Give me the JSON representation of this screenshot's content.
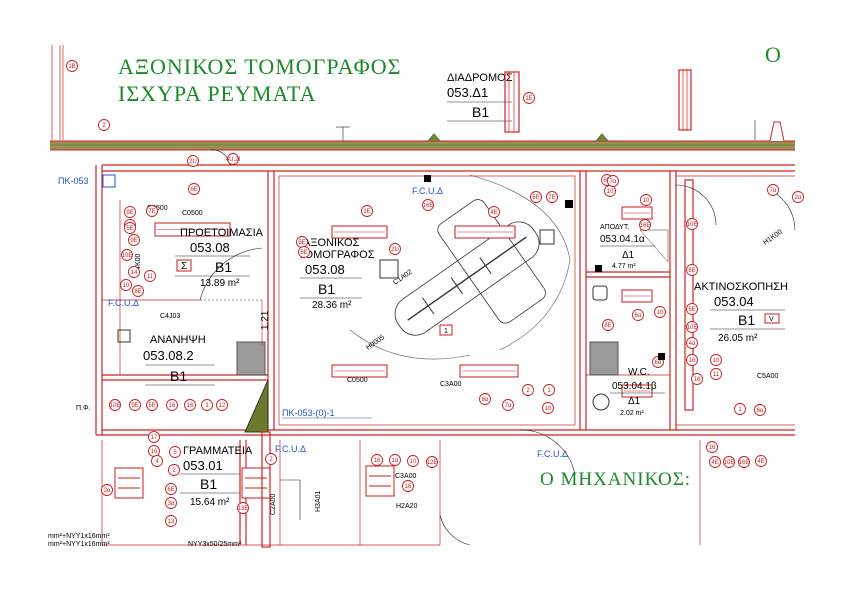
{
  "title": {
    "line1": "ΑΞΟΝΙΚΟΣ ΤΟΜΟΓΡΑΦΟΣ",
    "line2": "ΙΣΧΥΡΑ ΡΕΥΜΑΤΑ"
  },
  "engineer_label": "Ο ΜΗΧΑΝΙΚΟΣ:",
  "top_right_mark": "Ο",
  "corridor": {
    "name": "ΔΙΑΔΡΟΜΟΣ",
    "code": "053.Δ1",
    "block": "B1"
  },
  "rooms": [
    {
      "key": "prep",
      "name": "ΠΡΟΕΤΟΙΜΑΣΙΑ",
      "code": "053.08",
      "block": "B1",
      "area": "13.89 m²"
    },
    {
      "key": "ct",
      "name": "ΑΞΟΝΙΚΟΣ ΤΟΜΟΓΡΑΦΟΣ",
      "name_l1": "ΑΞΟΝΙΚΟΣ",
      "name_l2": "ΤΟΜΟΓΡΑΦΟΣ",
      "code": "053.08",
      "block": "B1",
      "area": "28.36 m²"
    },
    {
      "key": "recovery",
      "name": "ΑΝΑΝΗΨΗ",
      "code": "053.08.2",
      "block": "B1"
    },
    {
      "key": "secretary",
      "name": "ΓΡΑΜΜΑΤΕΙΑ",
      "code": "053.01",
      "block": "B1",
      "area": "15.64 m²"
    },
    {
      "key": "changing",
      "name": "ΑΠΟΔΥΤ.",
      "code": "053.04.1α",
      "block": "Δ1",
      "area": "4.77 m²"
    },
    {
      "key": "xray",
      "name": "ΑΚΤΙΝΟΣΚΟΠΗΣΗ",
      "code": "053.04",
      "block": "B1",
      "area": "26.05 m²"
    },
    {
      "key": "wc",
      "name": "W.C.",
      "code": "053.04.1β",
      "block": "Δ1",
      "area": "2.02 m²"
    }
  ],
  "panels": {
    "pk_left": "ΠΚ-053",
    "pk_bottom": "ΠΚ-053-(0)-1",
    "pf": "Π.Φ."
  },
  "fixture_codes": [
    "C0500",
    "C0500",
    "C3A00",
    "C3A00",
    "C1A02",
    "H0005",
    "C4J03",
    "H2A20",
    "H3A01",
    "C2A00",
    "C5A00",
    "C0500",
    "C4K00",
    "H1K00"
  ],
  "fcu_label": "F.C.U.Δ",
  "circuit_marks": [
    "1B",
    "2",
    "1E",
    "2U",
    "4U,2Ι",
    "6E",
    "8E",
    "9E",
    "7E",
    "14",
    "11",
    "10",
    "8E",
    "5E",
    "9E",
    "10E",
    "5E",
    "6E",
    "1E",
    "2U",
    "16E",
    "4E",
    "6E",
    "7E",
    "6E",
    "10",
    "10",
    "10E",
    "16E",
    "8E",
    "8E",
    "7α",
    "7α",
    "2α",
    "6α",
    "6E",
    "10",
    "10E",
    "4α",
    "6α",
    "16",
    "10",
    "11",
    "16",
    "1",
    "2",
    "6α",
    "7α",
    "10",
    "10E",
    "9E",
    "5E",
    "16",
    "16",
    "1",
    "12",
    "17",
    "16",
    "4",
    "2",
    "5",
    "6E",
    "3α",
    "13",
    "3α",
    "13E",
    "2",
    "16",
    "1α",
    "10",
    "12E",
    "16",
    "16",
    "4E",
    "10E",
    "16E",
    "4E",
    "1",
    "6α"
  ],
  "dimension": "1.21",
  "cable_notes": [
    "mm²+NYY1x16mm²",
    "mm²+NYY1x16mm²",
    "NYY3x50/25mm²"
  ],
  "small_labels": {
    "sigma": "Σ",
    "box_1": "1",
    "tx_v": "V"
  }
}
